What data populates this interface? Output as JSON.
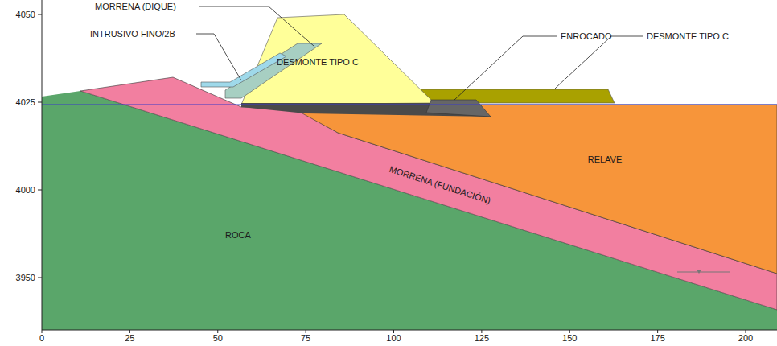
{
  "diagram": {
    "labels": [
      "MORRENA (DIQUE)",
      "INTRUSIVO FINO/2B",
      "DESMONTE TIPO C",
      "ENROCADO",
      "DESMONTE TIPO C",
      "RELAVE",
      "MORRENA (FUNDACIÓN)",
      "ROCA",
      "4050",
      "4025",
      "4000",
      "3950",
      "0",
      "25",
      "50",
      "75",
      "100",
      "125",
      "150",
      "175",
      "200"
    ]
  }
}
